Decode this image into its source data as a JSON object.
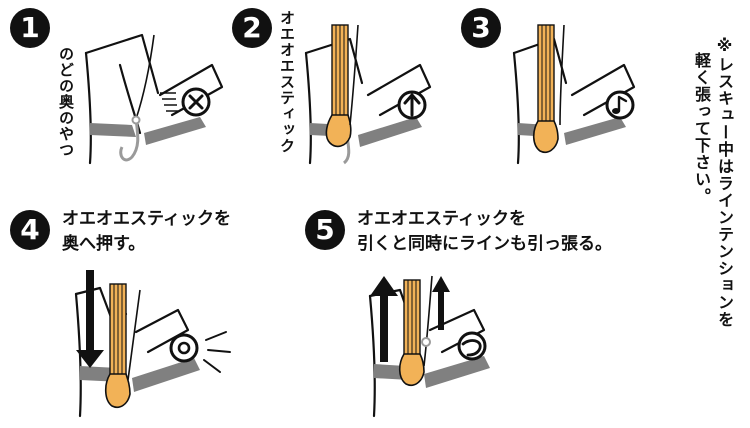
{
  "steps": [
    {
      "number": "1",
      "label": "のどの奥のやつ"
    },
    {
      "number": "2",
      "label": "オエオエスティック"
    },
    {
      "number": "3"
    },
    {
      "number": "4",
      "line1": "オエオエスティックを",
      "line2": "奥へ押す。"
    },
    {
      "number": "5",
      "line1": "オエオエスティックを",
      "line2": "引くと同時にラインも引っ張る。"
    }
  ],
  "note": {
    "line1": "※レスキュー中はラインテンションを",
    "line2": "軽く張って下さい。"
  },
  "colors": {
    "stick": "#f2b257",
    "outline": "#111111",
    "tissue": "#808080",
    "hook": "#9a9a9a",
    "background": "#ffffff"
  },
  "icons": [
    "x-circle-icon",
    "up-arrow-circle-icon",
    "note-circle-icon",
    "o-circle-icon",
    "tsu-circle-icon"
  ]
}
